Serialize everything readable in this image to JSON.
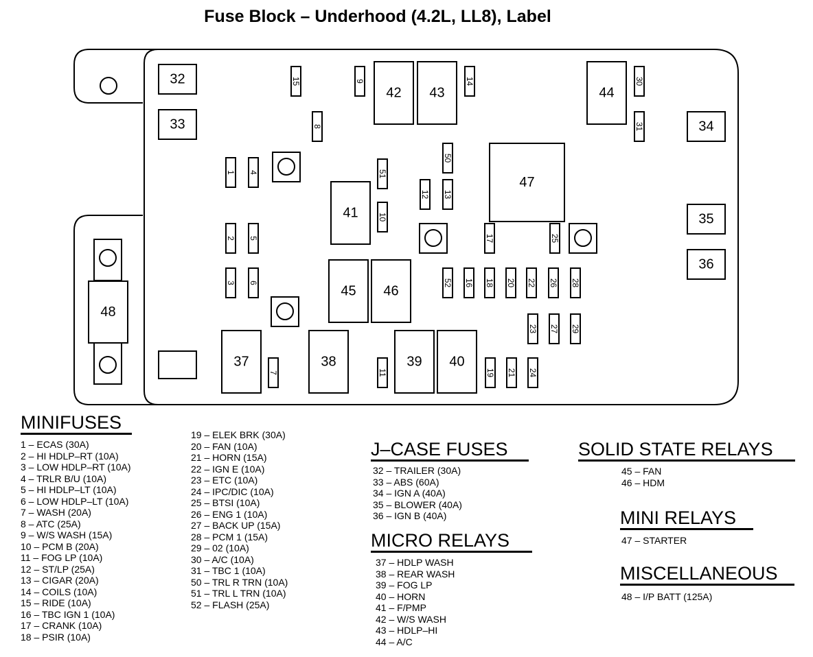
{
  "title": "Fuse Block – Underhood (4.2L, LL8), Label",
  "block_labels": {
    "f1": "1",
    "f2": "2",
    "f3": "3",
    "f4": "4",
    "f5": "5",
    "f6": "6",
    "f7": "7",
    "f8": "8",
    "f9": "9",
    "f10": "10",
    "f11": "11",
    "f12": "12",
    "f13": "13",
    "f14": "14",
    "f15": "15",
    "f16": "16",
    "f17": "17",
    "f18": "18",
    "f19": "19",
    "f20": "20",
    "f21": "21",
    "f22": "22",
    "f23": "23",
    "f24": "24",
    "f25": "25",
    "f26": "26",
    "f27": "27",
    "f28": "28",
    "f29": "29",
    "f30": "30",
    "f31": "31",
    "f32": "32",
    "f33": "33",
    "f34": "34",
    "f35": "35",
    "f36": "36",
    "f37": "37",
    "f38": "38",
    "f39": "39",
    "f40": "40",
    "f41": "41",
    "f42": "42",
    "f43": "43",
    "f44": "44",
    "f45": "45",
    "f46": "46",
    "f47": "47",
    "f48": "48",
    "f50": "50",
    "f51": "51",
    "f52": "52"
  },
  "legend": {
    "minifuses": {
      "heading": "MINIFUSES",
      "col1": [
        "1 – ECAS   (30A)",
        "2 – HI HDLP–RT   (10A)",
        "3 – LOW HDLP–RT   (10A)",
        "4 – TRLR B/U   (10A)",
        "5 – HI HDLP–LT   (10A)",
        "6 – LOW HDLP–LT   (10A)",
        "7 – WASH   (20A)",
        "8 – ATC   (25A)",
        "9 – W/S WASH   (15A)",
        "10 – PCM B   (20A)",
        "11 – FOG LP   (10A)",
        "12 – ST/LP   (25A)",
        "13 – CIGAR   (20A)",
        "14 – COILS   (10A)",
        "15 – RIDE   (10A)",
        "16 – TBC IGN 1   (10A)",
        "17 – CRANK   (10A)",
        "18 – PSIR   (10A)"
      ],
      "col2": [
        "19 – ELEK BRK   (30A)",
        "20 – FAN   (10A)",
        "21 – HORN   (15A)",
        "22 – IGN E   (10A)",
        "23 – ETC   (10A)",
        "24 – IPC/DIC   (10A)",
        "25 – BTSI   (10A)",
        "26 – ENG 1   (10A)",
        "27 – BACK UP   (15A)",
        "28 – PCM 1   (15A)",
        "29 – 02   (10A)",
        "30 – A/C   (10A)",
        "31 – TBC 1 (10A)",
        "50 – TRL R TRN   (10A)",
        "51 – TRL L TRN   (10A)",
        "52 – FLASH   (25A)"
      ]
    },
    "jcase": {
      "heading": "J–CASE FUSES",
      "items": [
        "32 – TRAILER   (30A)",
        "33 – ABS   (60A)",
        "34 – IGN A   (40A)",
        "35 – BLOWER   (40A)",
        "36 – IGN B   (40A)"
      ]
    },
    "micro": {
      "heading": "MICRO RELAYS",
      "items": [
        "37 – HDLP WASH",
        "38 – REAR WASH",
        "39 – FOG LP",
        "40 – HORN",
        "41 – F/PMP",
        "42 – W/S WASH",
        "43 – HDLP–HI",
        "44 – A/C"
      ]
    },
    "solid": {
      "heading": "SOLID STATE RELAYS",
      "items": [
        "45 – FAN",
        "46 – HDM"
      ]
    },
    "mini": {
      "heading": "MINI RELAYS",
      "items": [
        "47 – STARTER"
      ]
    },
    "misc": {
      "heading": "MISCELLANEOUS",
      "items": [
        "48 – I/P BATT   (125A)"
      ]
    }
  }
}
